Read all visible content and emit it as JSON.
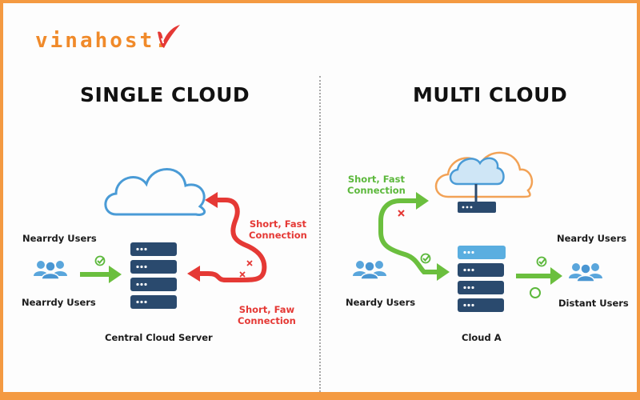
{
  "brand": {
    "name": "vinahost",
    "dot": ".",
    "primary_color": "#f08a2a",
    "accent_color": "#e53935",
    "frame_color": "#f49a42"
  },
  "single": {
    "title": "SINGLE CLOUD",
    "users_top_label": "Nearrdy Users",
    "users_bottom_label": "Nearrdy Users",
    "server_label": "Central Cloud Server",
    "fast_label_1": "Short, Fast",
    "fast_label_2": "Connection",
    "slow_label_1": "Short, Faw",
    "slow_label_2": "Connection",
    "icons": [
      "cloud-icon",
      "server-rack-icon",
      "users-icon",
      "check-icon",
      "cross-icon"
    ]
  },
  "multi": {
    "title": "MULTI CLOUD",
    "fast_label_1": "Short, Fast",
    "fast_label_2": "Connection",
    "near_users_label": "Neardy Users",
    "right_users_top_label": "Neardy Users",
    "distant_users_label": "Distant Users",
    "server_label": "Cloud A",
    "icons": [
      "nested-cloud-icon",
      "server-rack-icon",
      "users-icon",
      "check-icon",
      "cross-icon",
      "circle-icon"
    ]
  },
  "colors": {
    "cloud_blue": "#4a9bd6",
    "server_navy": "#2a4a6e",
    "server_light": "#5aaee0",
    "arrow_green": "#6bbf3e",
    "arrow_red": "#e53935",
    "cloud_orange": "#f2a256"
  }
}
